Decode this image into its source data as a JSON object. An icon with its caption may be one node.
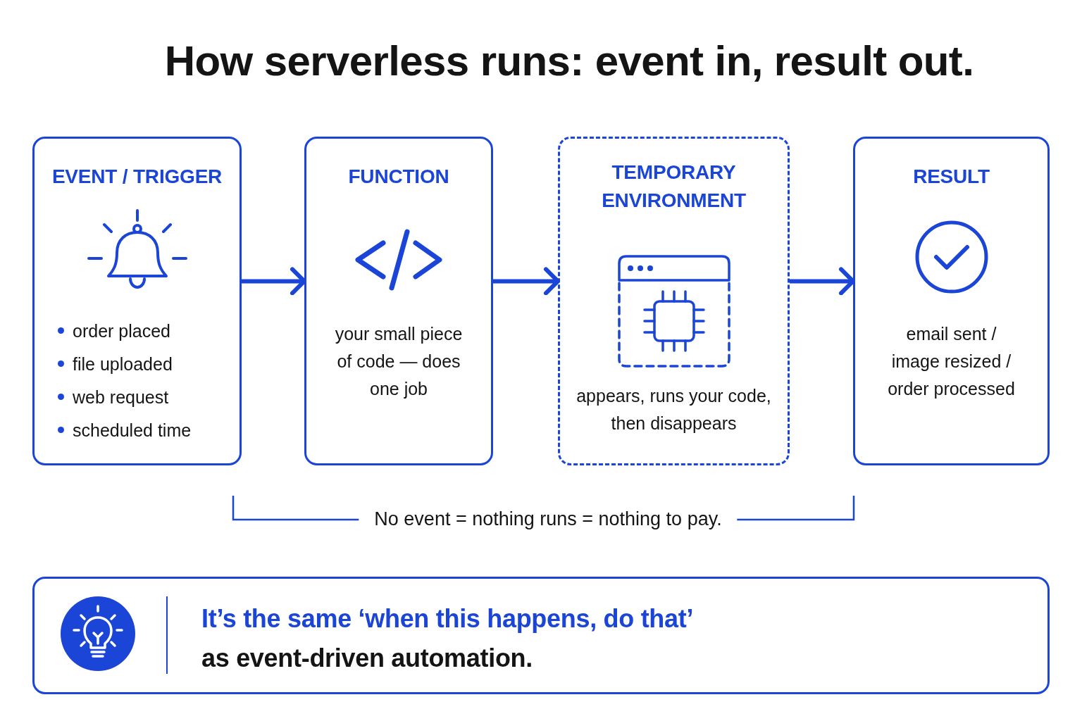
{
  "diagram": {
    "title": "How serverless runs: event in, result out.",
    "nodes": [
      {
        "text": [
          "EVENT / TRIGGER",
          "order placed",
          "file uploaded",
          "web request",
          "scheduled time"
        ]
      },
      {
        "text": [
          "FUNCTION",
          "your small piece of code — does one job"
        ]
      },
      {
        "text": [
          "TEMPORARY ENVIRONMENT",
          "appears, runs your code, then disappears"
        ]
      },
      {
        "text": [
          "RESULT",
          "email sent / image resized / order processed"
        ]
      },
      {
        "text": [
          "It’s the same ‘when this happens, do that’",
          "as event-driven automation."
        ]
      }
    ],
    "edges": [
      {
        "from": 0,
        "to": 1,
        "arrow": "to"
      },
      {
        "from": 1,
        "to": 2,
        "arrow": "to"
      },
      {
        "from": 2,
        "to": 3,
        "arrow": "to"
      }
    ],
    "labels": [
      "No event = nothing runs = nothing to pay."
    ]
  }
}
